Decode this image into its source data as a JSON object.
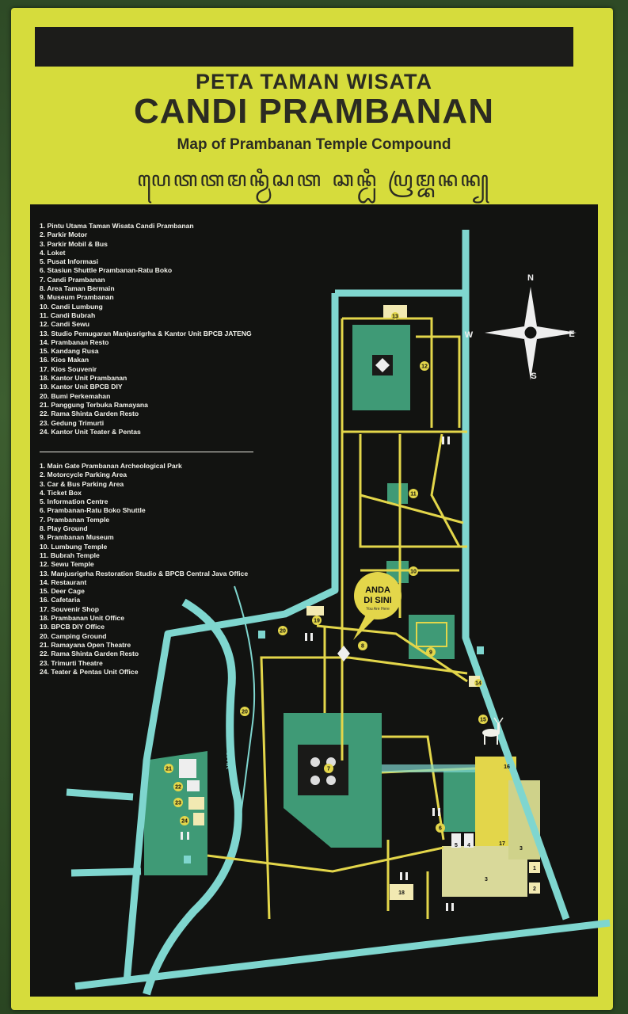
{
  "header": {
    "title_line1": "PETA TAMAN WISATA",
    "title_line2": "CANDI PRAMBANAN",
    "subtitle": "Map of Prambanan Temple Compound",
    "javanese_script": "ꦥꦺꦠꦠꦩꦤ꧀ꦮꦶꦱꦠ ꦕꦤ꧀ꦝꦶ ꦥꦿꦩ꧀ꦧꦤꦤ꧀"
  },
  "legend_indonesian": [
    "1.   Pintu Utama Taman Wisata Candi Prambanan",
    "2.   Parkir Motor",
    "3.   Parkir Mobil & Bus",
    "4.   Loket",
    "5.   Pusat Informasi",
    "6.   Stasiun Shuttle Prambanan-Ratu Boko",
    "7.   Candi Prambanan",
    "8.   Area Taman Bermain",
    "9.   Museum Prambanan",
    "10.  Candi Lumbung",
    "11.  Candi Bubrah",
    "12.  Candi Sewu",
    "13.  Studio Pemugaran Manjusrigrha & Kantor Unit BPCB JATENG",
    "14.  Prambanan Resto",
    "15.  Kandang Rusa",
    "16.  Kios Makan",
    "17.  Kios Souvenir",
    "18.  Kantor Unit Prambanan",
    "19.  Kantor Unit BPCB DIY",
    "20.  Bumi Perkemahan",
    "21.  Panggung Terbuka Ramayana",
    "22.  Rama Shinta Garden Resto",
    "23.  Gedung Trimurti",
    "24.  Kantor Unit Teater & Pentas"
  ],
  "legend_english": [
    "1.   Main Gate Prambanan Archeological Park",
    "2.   Motorcycle Parking Area",
    "3.   Car & Bus Parking Area",
    "4.   Ticket Box",
    "5.   Information Centre",
    "6.   Prambanan-Ratu Boko Shuttle",
    "7.   Prambanan Temple",
    "8.   Play Ground",
    "9.   Prambanan Museum",
    "10.  Lumbung Temple",
    "11.  Bubrah Temple",
    "12.  Sewu Temple",
    "13.  Manjusrigrha Restoration Studio & BPCB Central Java Office",
    "14.  Restaurant",
    "15.  Deer Cage",
    "16.  Cafetaria",
    "17.  Souvenir Shop",
    "18.  Prambanan Unit Office",
    "19.  BPCB DIY Office",
    "20.  Camping Ground",
    "21.  Ramayana Open Theatre",
    "22.  Rama Shinta Garden Resto",
    "23.  Trimurti Theatre",
    "24.  Teater & Pentas Unit Office"
  ],
  "map": {
    "you_are_here_line1": "ANDA",
    "you_are_here_line2": "DI SINI",
    "you_are_here_sub": "You Are Here",
    "river_label": "SUNGAI OPAK",
    "compass": {
      "n": "N",
      "s": "S",
      "e": "E",
      "w": "W"
    },
    "markers": {
      "m1": "1",
      "m2": "2",
      "m3a": "3",
      "m3b": "3",
      "m4": "4",
      "m5": "5",
      "m6": "6",
      "m7": "7",
      "m8": "8",
      "m9": "9",
      "m10": "10",
      "m11": "11",
      "m12": "12",
      "m13": "13",
      "m14": "14",
      "m15": "15",
      "m16": "16",
      "m17": "17",
      "m18": "18",
      "m19": "19",
      "m20a": "20",
      "m20b": "20",
      "m21": "21",
      "m22": "22",
      "m23": "23",
      "m24": "24"
    }
  },
  "colors": {
    "board": "#d6dc3c",
    "panel": "#121311",
    "road": "#7fd6cf",
    "path": "#e3d64a",
    "zone": "#3f9a76"
  }
}
